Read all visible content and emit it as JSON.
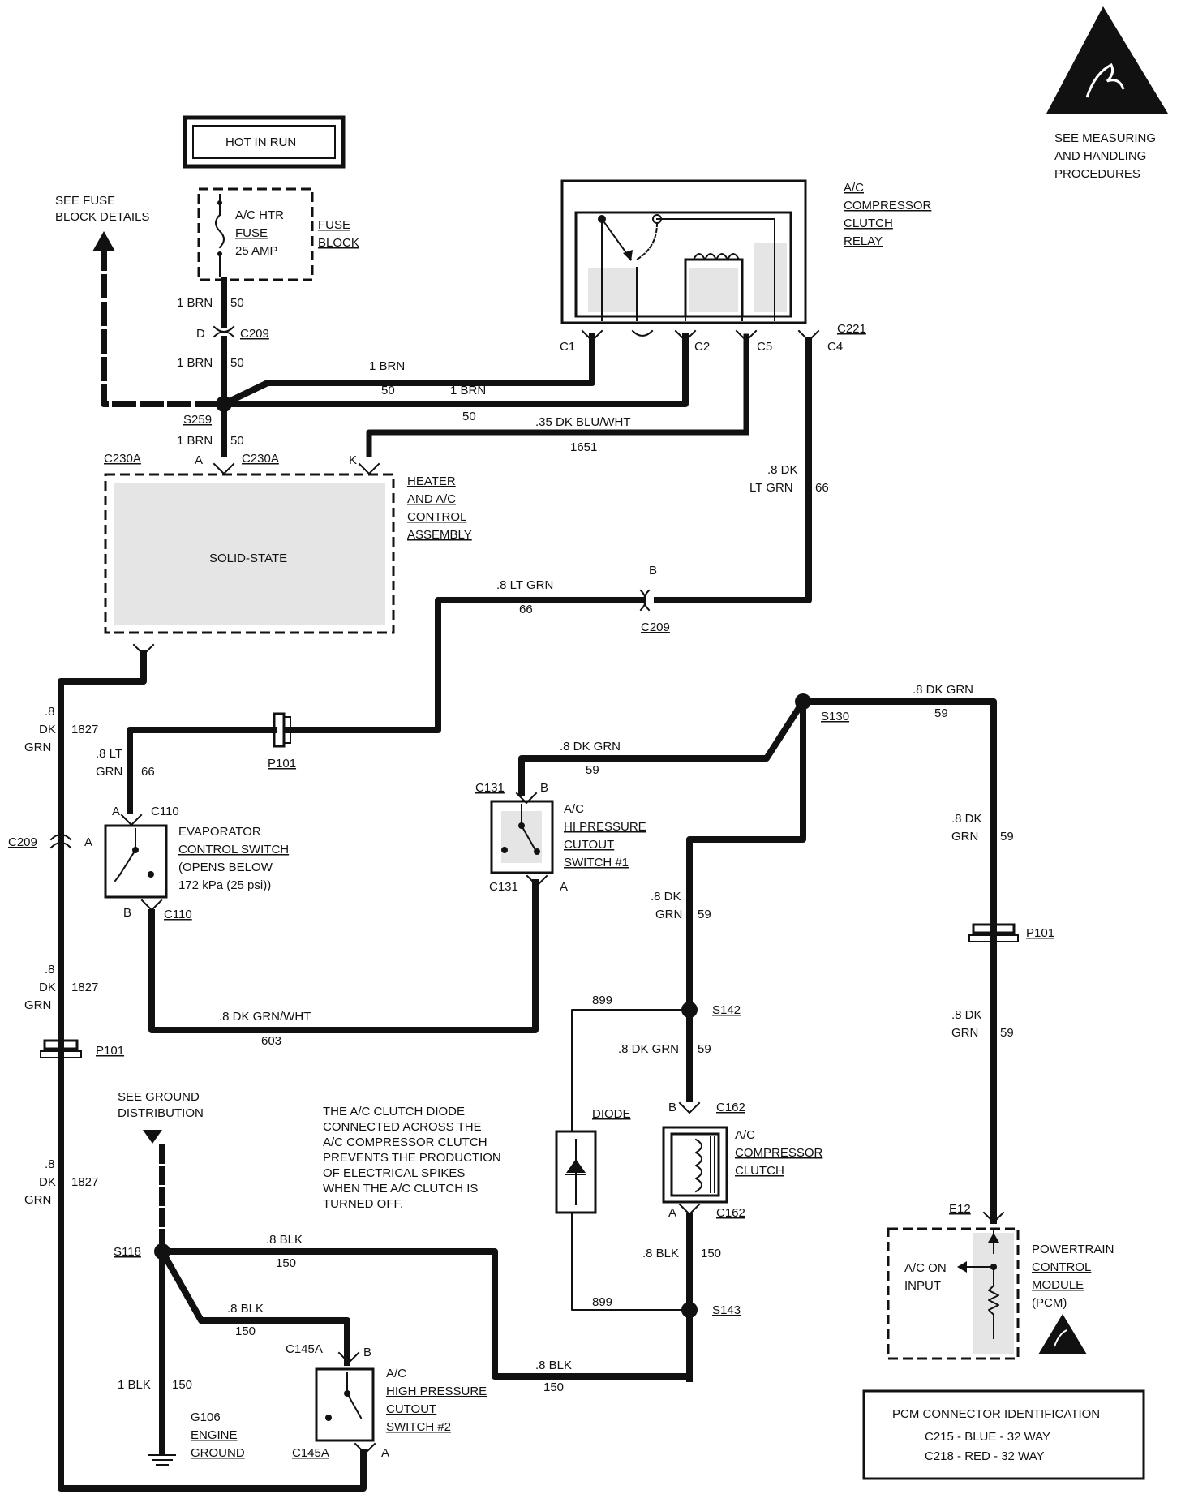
{
  "header": {
    "hot_in_run": "HOT IN RUN",
    "esd_note": [
      "SEE MEASURING",
      "AND HANDLING",
      "PROCEDURES"
    ]
  },
  "fuse_block": {
    "see_fuse_details": [
      "SEE FUSE",
      "BLOCK DETAILS"
    ],
    "fuse_lines": [
      "A/C HTR",
      "FUSE",
      "25 AMP"
    ],
    "block_label": [
      "FUSE",
      "BLOCK"
    ]
  },
  "relay": {
    "label": [
      "A/C",
      "COMPRESSOR",
      "CLUTCH",
      "RELAY"
    ],
    "connector": "C221",
    "pins": [
      "C1",
      "C2",
      "C5",
      "C4"
    ]
  },
  "heater_control": {
    "label": [
      "HEATER",
      "AND A/C",
      "CONTROL",
      "ASSEMBLY"
    ],
    "inner": "SOLID-STATE",
    "connector_left": "C230A",
    "connector_right": "C230A",
    "pin_a": "A",
    "pin_k": "K"
  },
  "evap_switch": {
    "label": [
      "EVAPORATOR",
      "CONTROL SWITCH",
      "(OPENS BELOW",
      "172 kPa (25 psi))"
    ],
    "top_conn": "C110",
    "bottom_conn": "C110",
    "pin_a": "A",
    "pin_b": "B"
  },
  "hi_pressure_1": {
    "label": [
      "A/C",
      "HI PRESSURE",
      "CUTOUT",
      "SWITCH #1"
    ],
    "top_conn": "C131",
    "bottom_conn": "C131",
    "pin_a": "A",
    "pin_b": "B"
  },
  "hi_pressure_2": {
    "label": [
      "A/C",
      "HIGH PRESSURE",
      "CUTOUT",
      "SWITCH #2"
    ],
    "top_conn": "C145A",
    "bottom_conn": "C145A",
    "pin_a": "A",
    "pin_b": "B"
  },
  "clutch": {
    "label": [
      "A/C",
      "COMPRESSOR",
      "CLUTCH"
    ],
    "top_conn": "C162",
    "bottom_conn": "C162",
    "pin_a": "A",
    "pin_b": "B"
  },
  "diode": {
    "label": "DIODE",
    "note": [
      "THE A/C CLUTCH DIODE",
      "CONNECTED ACROSS THE",
      "A/C COMPRESSOR CLUTCH",
      "PREVENTS THE PRODUCTION",
      "OF ELECTRICAL SPIKES",
      "WHEN THE A/C CLUTCH IS",
      "TURNED OFF."
    ]
  },
  "pcm": {
    "label": [
      "POWERTRAIN",
      "CONTROL",
      "MODULE",
      "(PCM)"
    ],
    "input": [
      "A/C ON",
      "INPUT"
    ],
    "connector": "E12"
  },
  "ground": {
    "see_ground": [
      "SEE GROUND",
      "DISTRIBUTION"
    ],
    "label": [
      "G106",
      "ENGINE",
      "GROUND"
    ]
  },
  "pcm_conn_table": {
    "title": "PCM CONNECTOR IDENTIFICATION",
    "rows": [
      "C215 -  BLUE  - 32 WAY",
      "C218 -  RED    - 32 WAY"
    ]
  },
  "splices": {
    "s259": "S259",
    "s130": "S130",
    "s142": "S142",
    "s143": "S143",
    "s118": "S118"
  },
  "connectors": {
    "c209": "C209",
    "p101": "P101",
    "pin_d": "D",
    "pin_b": "B",
    "pin_a": "A"
  },
  "wires": {
    "brn_1": "1 BRN",
    "ckt_50": "50",
    "dk_blu_wht": ".35 DK BLU/WHT",
    "ckt_1651": "1651",
    "dk_lt_grn_a": ".8 DK",
    "dk_lt_grn_b": "LT GRN",
    "ckt_66": "66",
    "lt_grn": ".8 LT GRN",
    "lt_grn_a": ".8 LT",
    "lt_grn_b": "GRN",
    "dk_grn": ".8 DK GRN",
    "dk_a": ".8 DK",
    "dk_b": "GRN",
    "ckt_59": "59",
    "v8": ".8",
    "dk": "DK",
    "grn": "GRN",
    "ckt_1827": "1827",
    "dk_grn_wht": ".8 DK GRN/WHT",
    "ckt_603": "603",
    "ckt_899": "899",
    "blk": ".8 BLK",
    "ckt_150": "150",
    "blk_1": "1 BLK"
  }
}
